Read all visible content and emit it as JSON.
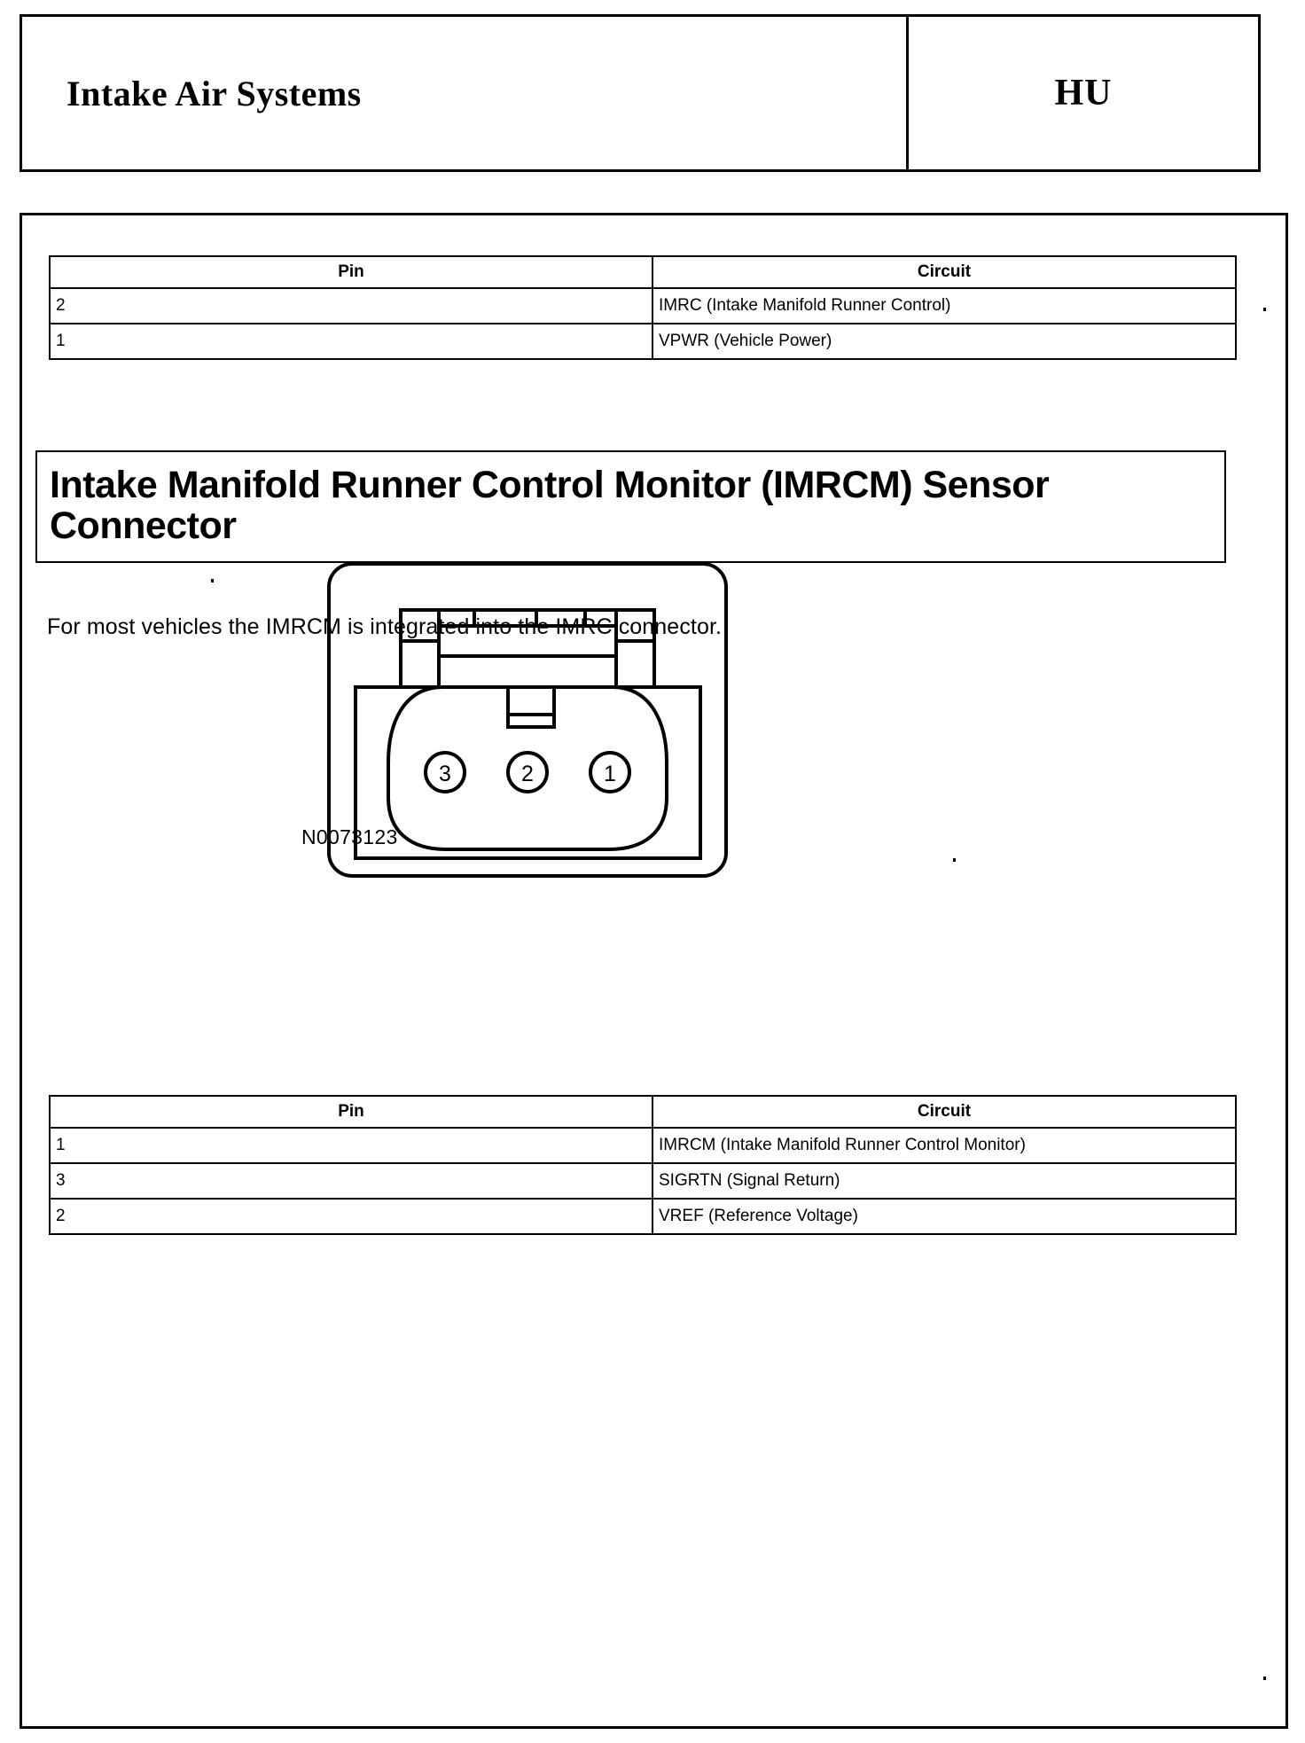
{
  "header": {
    "title": "Intake Air Systems",
    "code": "HU"
  },
  "top_table": {
    "columns": [
      "Pin",
      "Circuit"
    ],
    "rows": [
      {
        "pin": "2",
        "circuit": "IMRC (Intake Manifold Runner Control)"
      },
      {
        "pin": "1",
        "circuit": "VPWR (Vehicle Power)"
      }
    ]
  },
  "section": {
    "heading": "Intake Manifold Runner Control Monitor (IMRCM) Sensor Connector",
    "body": "For most vehicles the IMRCM is integrated into the IMRC connector."
  },
  "figure": {
    "caption": "N0073123",
    "pin_labels": [
      "3",
      "2",
      "1"
    ]
  },
  "bottom_table": {
    "columns": [
      "Pin",
      "Circuit"
    ],
    "rows": [
      {
        "pin": "1",
        "circuit": "IMRCM (Intake Manifold Runner Control Monitor)"
      },
      {
        "pin": "3",
        "circuit": "SIGRTN (Signal Return)"
      },
      {
        "pin": "2",
        "circuit": "VREF (Reference Voltage)"
      }
    ]
  },
  "colors": {
    "ink": "#000000",
    "paper": "#ffffff"
  }
}
